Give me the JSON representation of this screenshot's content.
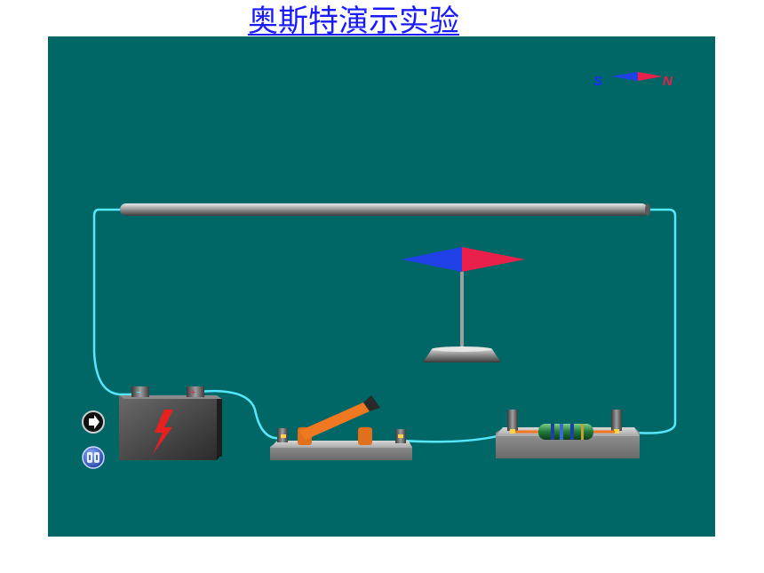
{
  "title": "奥斯特演示实验",
  "compass_legend": {
    "south_label": "S",
    "north_label": "N"
  },
  "battery": {
    "negative_mark": "−",
    "positive_mark": "+"
  },
  "controls": {
    "play_icon": "arrow-right-icon",
    "sound_icon": "sound-toggle-icon"
  },
  "colors": {
    "stage_bg": "#006666",
    "wire": "#55e8ff",
    "needle_north": "#e8204a",
    "needle_south": "#2040e8",
    "switch_lever": "#f07820",
    "title": "#1a1aff"
  }
}
